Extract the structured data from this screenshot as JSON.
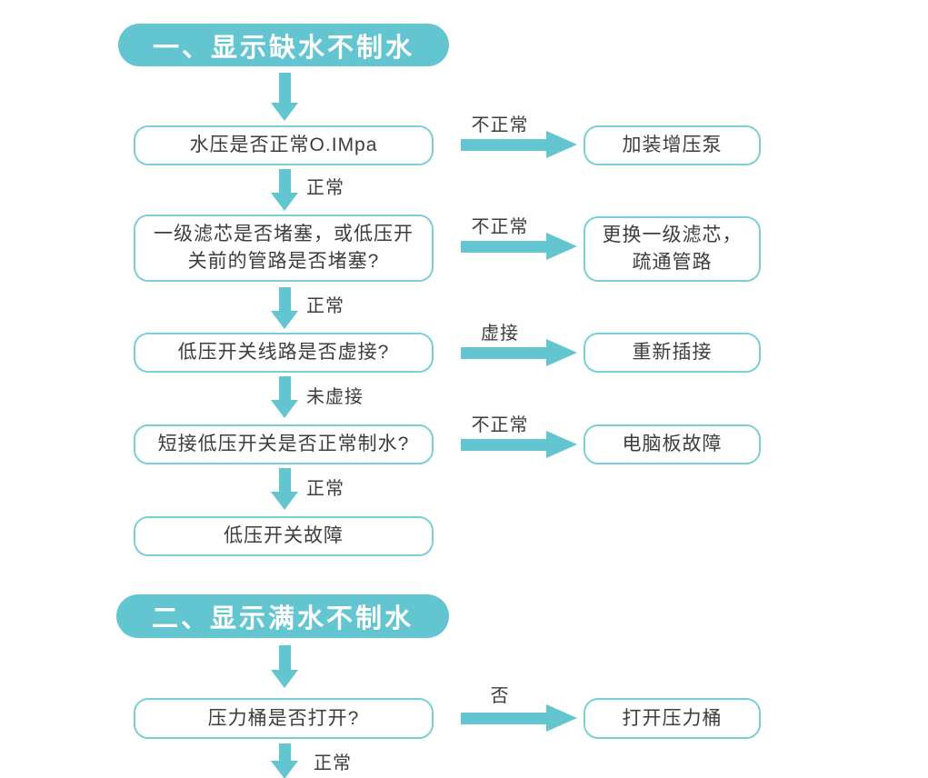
{
  "colors": {
    "teal": "#63c5cf",
    "box_border": "#7bcfd8",
    "text": "#3d3d3d",
    "header_text": "#ffffff",
    "background": "#ffffff"
  },
  "sections": [
    {
      "title": "一、显示缺水不制水",
      "steps": [
        {
          "question": "水压是否正常O.IMpa",
          "branch_label": "不正常",
          "branch_result": "加装增压泵",
          "next_label": "正常"
        },
        {
          "question": "一级滤芯是否堵塞，或低压开\n关前的管路是否堵塞?",
          "branch_label": "不正常",
          "branch_result": "更换一级滤芯，\n疏通管路",
          "next_label": "正常"
        },
        {
          "question": "低压开关线路是否虚接?",
          "branch_label": "虚接",
          "branch_result": "重新插接",
          "next_label": "未虚接"
        },
        {
          "question": "短接低压开关是否正常制水?",
          "branch_label": "不正常",
          "branch_result": "电脑板故障",
          "next_label": "正常"
        },
        {
          "question": "低压开关故障"
        }
      ]
    },
    {
      "title": "二、显示满水不制水",
      "steps": [
        {
          "question": "压力桶是否打开?",
          "branch_label": "否",
          "branch_result": "打开压力桶",
          "next_label": "正常"
        }
      ]
    }
  ]
}
